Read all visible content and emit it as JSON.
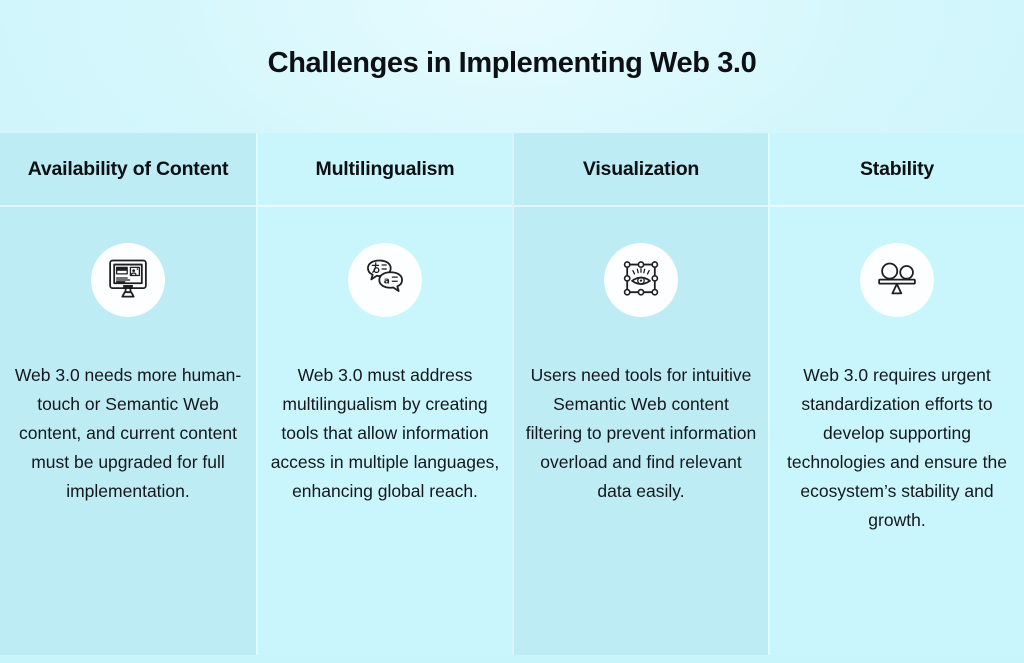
{
  "title": "Challenges in Implementing Web 3.0",
  "columns": [
    {
      "header": "Availability of Content",
      "icon": "web-content-monitor-icon",
      "body": "Web 3.0 needs more human-touch or Semantic Web content, and current content must be upgraded for full implementation."
    },
    {
      "header": "Multilingualism",
      "icon": "translation-bubbles-icon",
      "body": "Web 3.0 must address multilingualism by creating tools that allow information access in multiple languages, enhancing global reach."
    },
    {
      "header": "Visualization",
      "icon": "eye-selection-icon",
      "body": "Users need tools for intuitive Semantic Web content filtering to prevent information overload and find relevant data easily."
    },
    {
      "header": "Stability",
      "icon": "balance-scale-icon",
      "body": "Web 3.0 requires urgent standardization efforts to develop supporting technologies and ensure the ecosystem’s stability and growth."
    }
  ],
  "colors": {
    "background_top": "#e7fbfe",
    "background": "#c8f4fb",
    "column_dark": "#bdecf5",
    "column_light": "#c9f6fd",
    "icon_circle_background": "#fdfeff",
    "text": "#0e1013"
  }
}
